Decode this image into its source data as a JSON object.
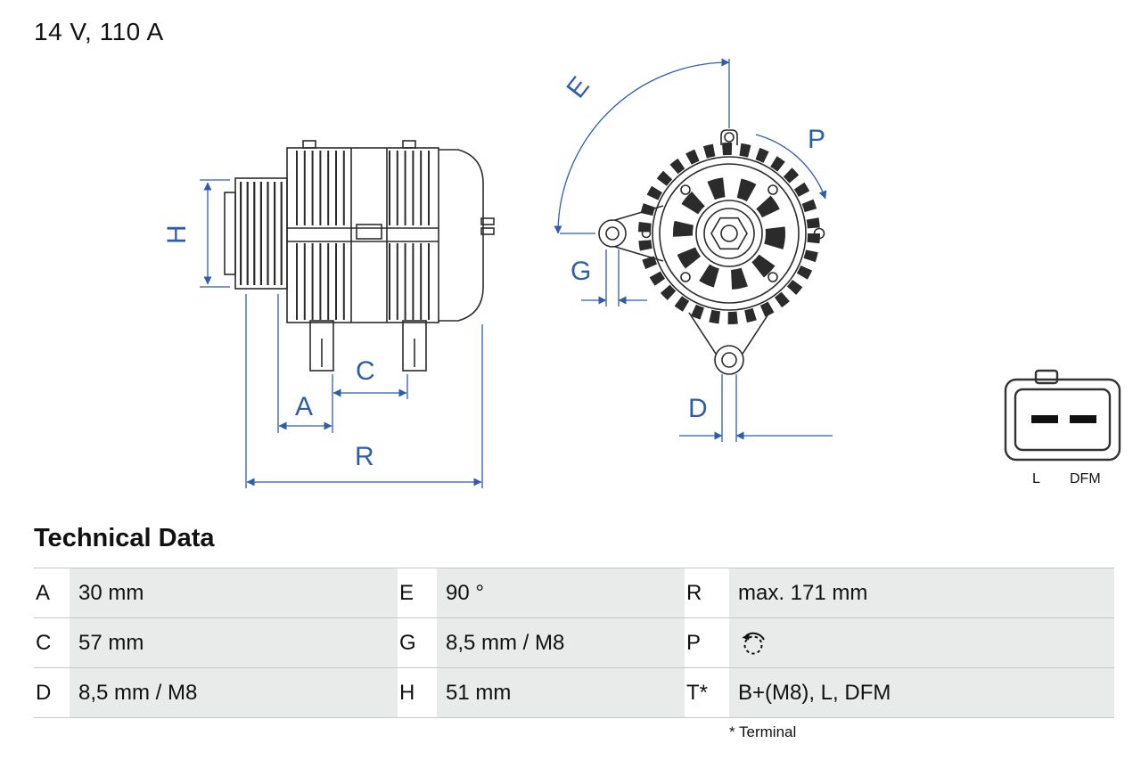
{
  "title": "14 V, 110 A",
  "diagram": {
    "dim_labels": {
      "H": "H",
      "A": "A",
      "C": "C",
      "R": "R",
      "E": "E",
      "G": "G",
      "P": "P",
      "D": "D"
    },
    "connector_labels": {
      "left": "L",
      "right": "DFM"
    }
  },
  "table": {
    "heading": "Technical Data",
    "rows": [
      {
        "cells": [
          {
            "key": "A",
            "value": "30 mm"
          },
          {
            "key": "E",
            "value": "90 °"
          },
          {
            "key": "R",
            "value": "max. 171 mm"
          }
        ]
      },
      {
        "cells": [
          {
            "key": "C",
            "value": "57 mm"
          },
          {
            "key": "G",
            "value": "8,5 mm / M8"
          },
          {
            "key": "P",
            "value": "",
            "icon": "rotation-direction-icon"
          }
        ]
      },
      {
        "cells": [
          {
            "key": "D",
            "value": "8,5 mm / M8"
          },
          {
            "key": "H",
            "value": "51 mm"
          },
          {
            "key": "T*",
            "value": "B+(M8), L, DFM"
          }
        ]
      }
    ],
    "footnote": "* Terminal"
  },
  "colors": {
    "dimension_blue": "#2e5ea9",
    "drawing_dark": "#2b2b2b",
    "table_shade": "#e9eaea"
  }
}
